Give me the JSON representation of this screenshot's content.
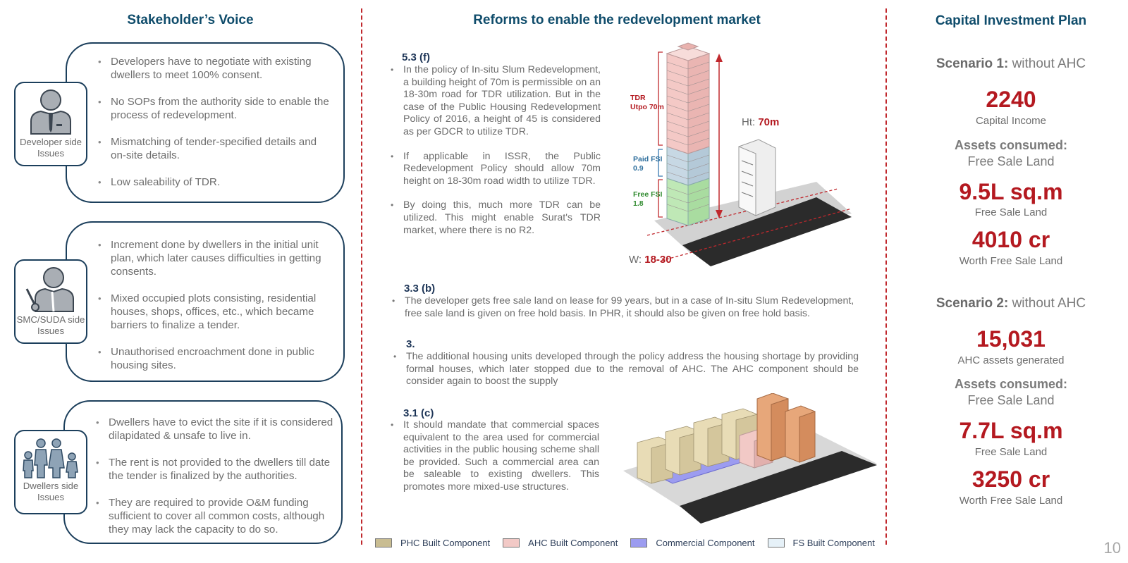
{
  "titles": {
    "left": "Stakeholder’s Voice",
    "middle": "Reforms to enable the redevelopment market",
    "right": "Capital Investment Plan"
  },
  "stakeholders": [
    {
      "label": "Developer side Issues",
      "items": [
        "Developers have to negotiate with existing dwellers to meet 100% consent.",
        "No SOPs from the authority side to enable the process of redevelopment.",
        "Mismatching of tender-specified details and on-site details.",
        "Low saleability of TDR."
      ]
    },
    {
      "label": "SMC/SUDA side Issues",
      "items": [
        "Increment done by dwellers in the initial unit plan, which later causes difficulties in getting consents.",
        "Mixed occupied plots consisting, residential houses, shops, offices, etc., which became barriers to finalize a tender.",
        "Unauthorised encroachment done in public housing sites."
      ]
    },
    {
      "label": "Dwellers side Issues",
      "items": [
        "Dwellers have to evict the site if it is considered dilapidated & unsafe to live in.",
        "The rent is not provided to the dwellers till date the tender is finalized by the authorities.",
        "They are required to provide O&M funding sufficient to cover all common costs, although they may lack the capacity to do so."
      ]
    }
  ],
  "reforms": {
    "s1": {
      "heading": "5.3 (f)",
      "paras": [
        "In the policy of In-situ Slum Redevelopment, a building height of 70m is permissible on an 18-30m road for TDR utilization. But in the case of the Public Housing Redevelopment Policy of 2016, a height of 45 is considered as per GDCR to utilize TDR.",
        "If applicable in ISSR, the Public Redevelopment Policy should allow 70m height on 18-30m road width to utilize TDR.",
        "By doing this, much more TDR can be utilized. This might enable Surat's TDR market, where there is no R2."
      ]
    },
    "s2": {
      "heading": "3.3 (b)",
      "para": "The developer gets free sale land on lease for 99 years, but in a case of In-situ Slum Redevelopment, free sale land is given on free hold basis. In PHR, it should also be given on free hold basis."
    },
    "s3": {
      "heading": "3.",
      "para": "The additional housing units developed through the policy address the housing shortage by providing formal houses, which later stopped due to the removal of AHC. The AHC component should be consider again to boost the supply"
    },
    "s4": {
      "heading": "3.1 (c)",
      "para": "It should mandate that commercial spaces equivalent to the area used for commercial activities in the public housing scheme shall be provided. Such a commercial area can be saleable to existing dwellers. This promotes more mixed-use structures."
    },
    "diagram": {
      "tdr_label_1": "TDR",
      "tdr_label_2": "Utpo 70m",
      "paid_label_1": "Paid FSI",
      "paid_label_2": "0.9",
      "free_label_1": "Free FSI",
      "free_label_2": "1.8",
      "ht_prefix": "Ht: ",
      "ht_value": "70m",
      "w_prefix": "W: ",
      "w_value": "18-30"
    }
  },
  "legend": [
    {
      "label": "PHC Built Component",
      "color": "#c9bd92"
    },
    {
      "label": "AHC Built Component",
      "color": "#f2c9c6"
    },
    {
      "label": "Commercial Component",
      "color": "#9c9cf0"
    },
    {
      "label": "FS Built Component",
      "color": "#e6f1f8"
    }
  ],
  "plan": {
    "scenario1": {
      "title_bold": "Scenario 1:",
      "title_rest": " without AHC",
      "v1": "2240",
      "v1_cap": "Capital Income",
      "consumed_title": "Assets consumed:",
      "consumed_value": "Free Sale Land",
      "v2": "9.5L sq.m",
      "v2_cap": "Free Sale Land",
      "v3": "4010 cr",
      "v3_cap": "Worth Free Sale Land"
    },
    "scenario2": {
      "title_bold": "Scenario 2:",
      "title_rest": " without AHC",
      "v1": "15,031",
      "v1_cap": "AHC assets generated",
      "consumed_title": "Assets consumed:",
      "consumed_value": "Free Sale Land",
      "v2": "7.7L sq.m",
      "v2_cap": "Free Sale Land",
      "v3": "3250 cr",
      "v3_cap": "Worth Free Sale Land"
    }
  },
  "page_number": "10",
  "colors": {
    "accent_red": "#b41920",
    "title_blue": "#0f4c6b",
    "card_border": "#1c3f5c"
  }
}
